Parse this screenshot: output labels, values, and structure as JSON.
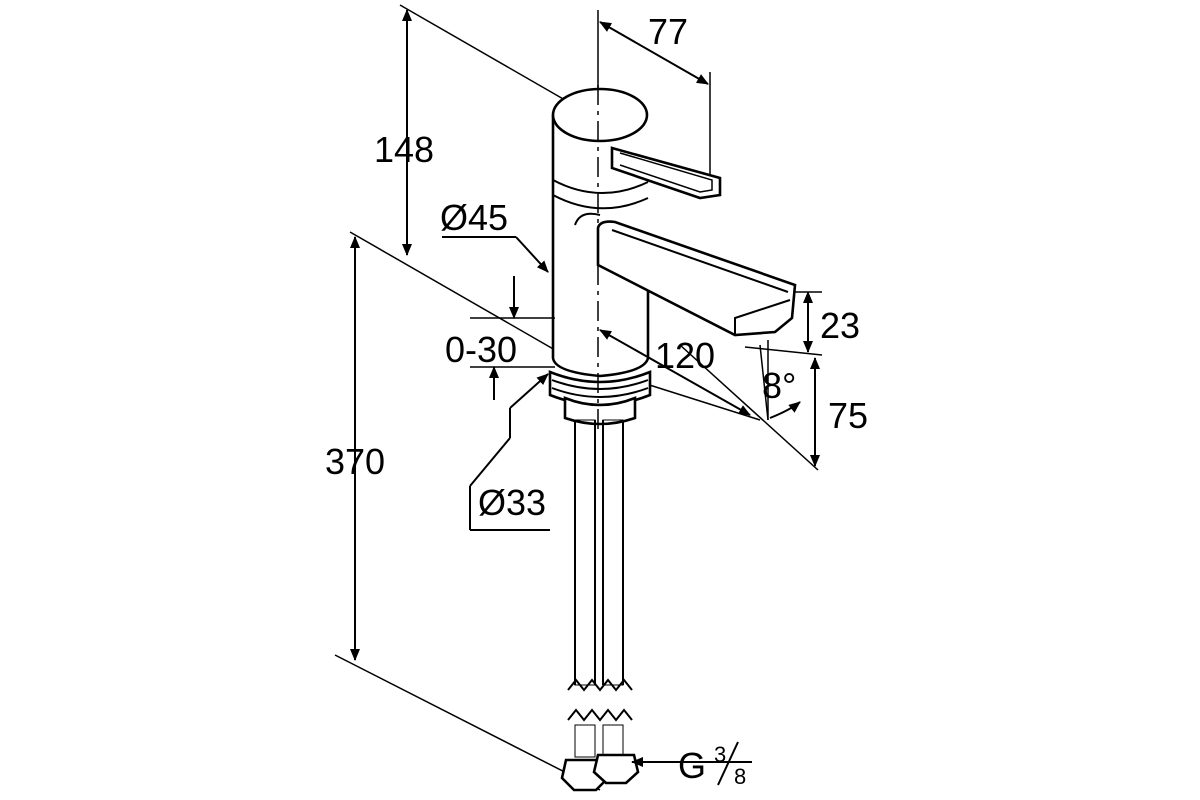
{
  "dimensions": {
    "height_total": "370",
    "height_body": "148",
    "lever_reach": "77",
    "body_diameter": "Ø45",
    "thread_diameter": "Ø33",
    "clamp_range": "0-30",
    "spout_reach": "120",
    "spout_height": "23",
    "outlet_height": "75",
    "spout_angle": "8°",
    "connection_prefix": "G",
    "connection_num": "3",
    "connection_den": "8"
  },
  "colors": {
    "line": "#000000",
    "background": "#ffffff"
  }
}
